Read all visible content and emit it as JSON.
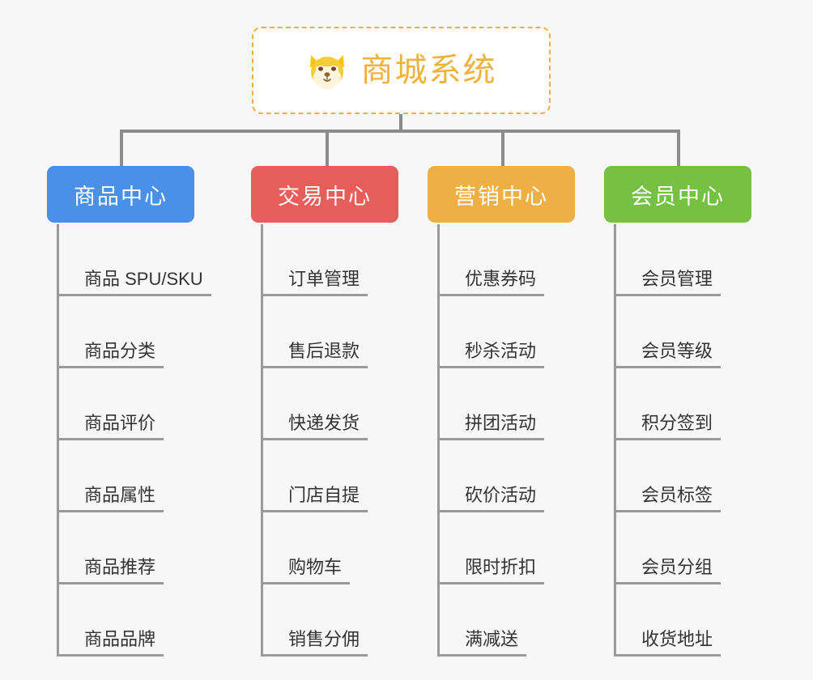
{
  "root": {
    "title": "商城系统",
    "icon": "dog-face-icon",
    "border_color": "#eeb046",
    "text_color": "#f0b23f"
  },
  "connector_color": "#8c8c8c",
  "leaf_line_color": "#9a9a9a",
  "background": "#f7f7f7",
  "categories": [
    {
      "label": "商品中心",
      "color": "#4a90e8",
      "items": [
        "商品 SPU/SKU",
        "商品分类",
        "商品评价",
        "商品属性",
        "商品推荐",
        "商品品牌"
      ]
    },
    {
      "label": "交易中心",
      "color": "#e75d5a",
      "items": [
        "订单管理",
        "售后退款",
        "快递发货",
        "门店自提",
        "购物车",
        "销售分佣"
      ]
    },
    {
      "label": "营销中心",
      "color": "#eeb046",
      "items": [
        "优惠券码",
        "秒杀活动",
        "拼团活动",
        "砍价活动",
        "限时折扣",
        "满减送"
      ]
    },
    {
      "label": "会员中心",
      "color": "#76c043",
      "items": [
        "会员管理",
        "会员等级",
        "积分签到",
        "会员标签",
        "会员分组",
        "收货地址"
      ]
    }
  ]
}
